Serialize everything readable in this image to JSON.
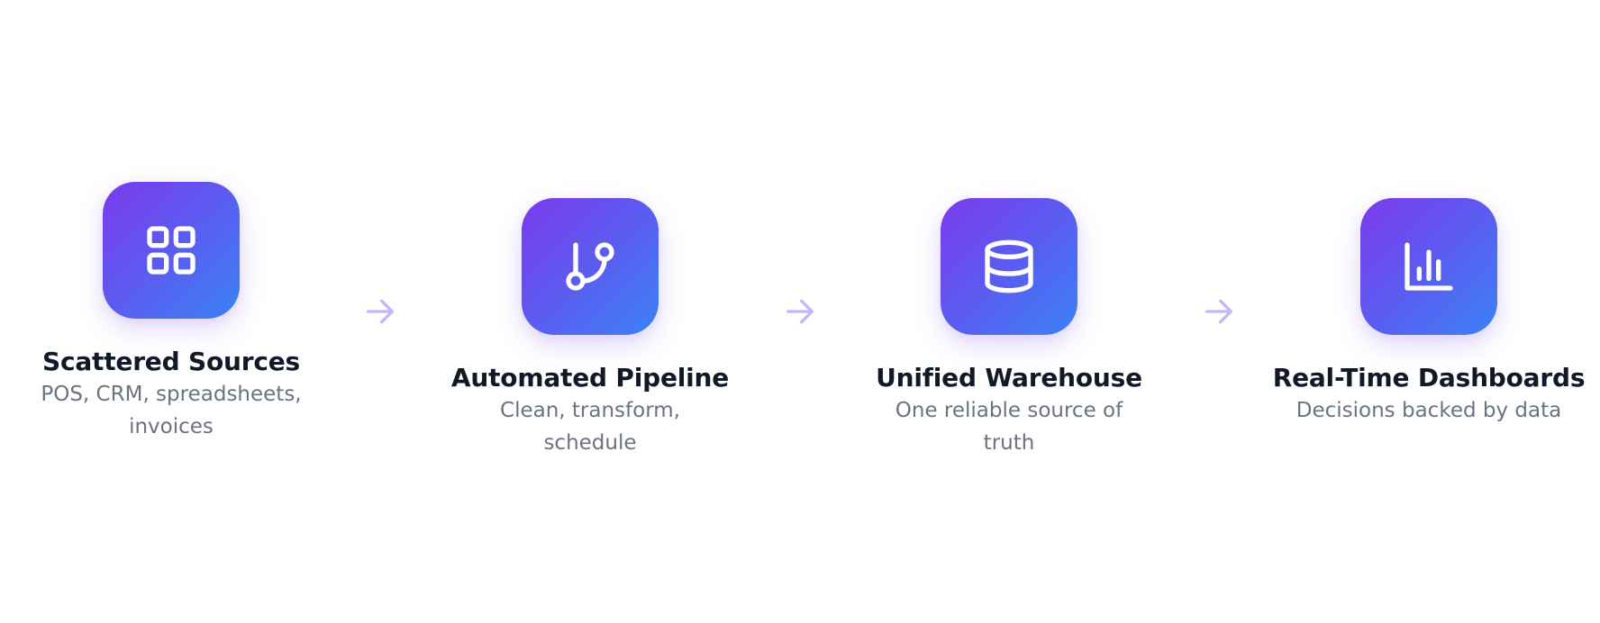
{
  "steps": [
    {
      "title": "Scattered Sources",
      "description": "POS, CRM, spreadsheets, invoices",
      "icon": "grid-icon"
    },
    {
      "title": "Automated Pipeline",
      "description": "Clean, transform, schedule",
      "icon": "git-branch-icon"
    },
    {
      "title": "Unified Warehouse",
      "description": "One reliable source of truth",
      "icon": "database-icon"
    },
    {
      "title": "Real-Time Dashboards",
      "description": "Decisions backed by data",
      "icon": "bar-chart-icon"
    }
  ],
  "connectors": [
    "arrow-right-icon",
    "arrow-right-icon",
    "arrow-right-icon"
  ],
  "colors": {
    "gradient_start": "#7c3aed",
    "gradient_end": "#3b82f6",
    "title": "#111827",
    "description": "#6b7280",
    "arrow": "#c4b5fd"
  }
}
